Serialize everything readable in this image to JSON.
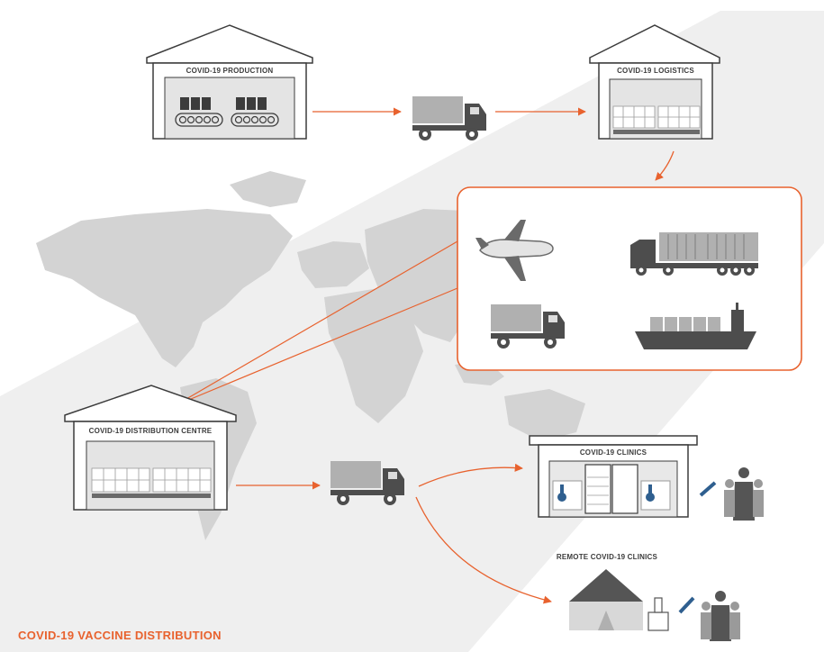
{
  "title": "COVID-19 VACCINE DISTRIBUTION",
  "stages": {
    "production": "COVID-19 PRODUCTION",
    "logistics": "COVID-19 LOGISTICS",
    "distribution": "COVID-19 DISTRIBUTION CENTRE",
    "clinics": "COVID-19 CLINICS",
    "remote_clinics": "REMOTE COVID-19 CLINICS"
  },
  "colors": {
    "accent": "#e8622e",
    "icon": "#555555",
    "light_gray": "#cfcfcf",
    "background_band": "#efefef"
  },
  "transport_modes": [
    "airplane-icon",
    "container-truck-icon",
    "truck-icon",
    "cargo-ship-icon"
  ]
}
